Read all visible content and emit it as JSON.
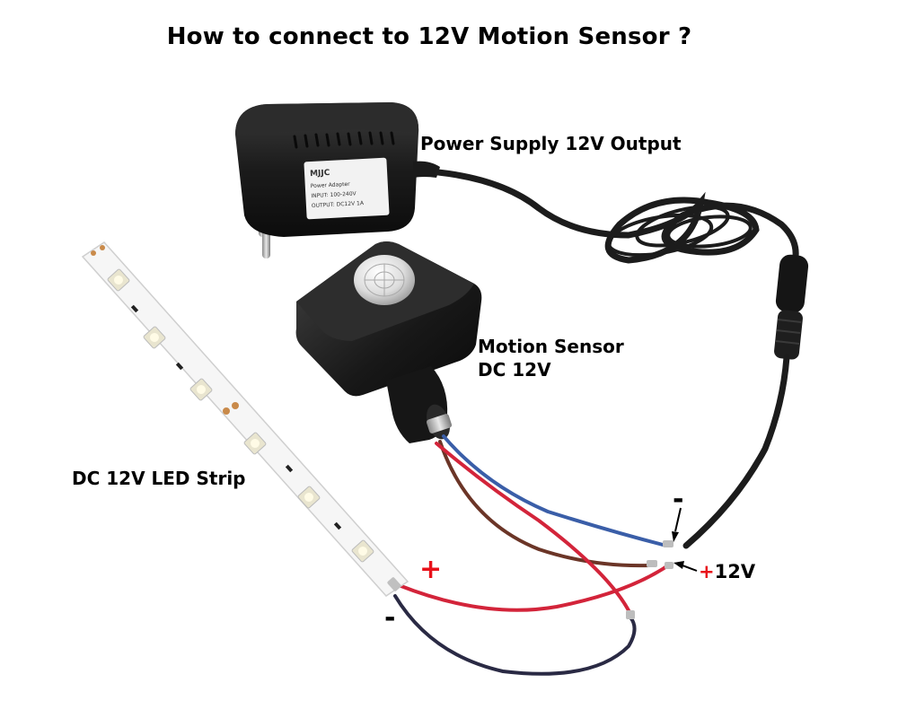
{
  "title": "How to connect to 12V Motion Sensor ?",
  "labels": {
    "power_supply": "Power Supply 12V Output",
    "sensor_line1": "Motion Sensor",
    "sensor_line2": "DC 12V",
    "led_strip": "DC 12V LED Strip",
    "strip_plus": "+",
    "strip_minus": "-",
    "sensor_minus": "-",
    "plus_symbol": "+",
    "plus_value": "12V"
  },
  "adapter_text": {
    "brand": "MJJC",
    "spec1": "Power Adapter",
    "spec2": "INPUT: 100-240V",
    "spec3": "OUTPUT: DC12V 1A"
  },
  "colors": {
    "red_wire": "#d3243a",
    "brown_wire": "#6b3527",
    "blue_wire": "#3a5ea8",
    "black_cable": "#1c1c1c",
    "navy_wire": "#2a2a44",
    "plus_mark": "#e8111a"
  }
}
